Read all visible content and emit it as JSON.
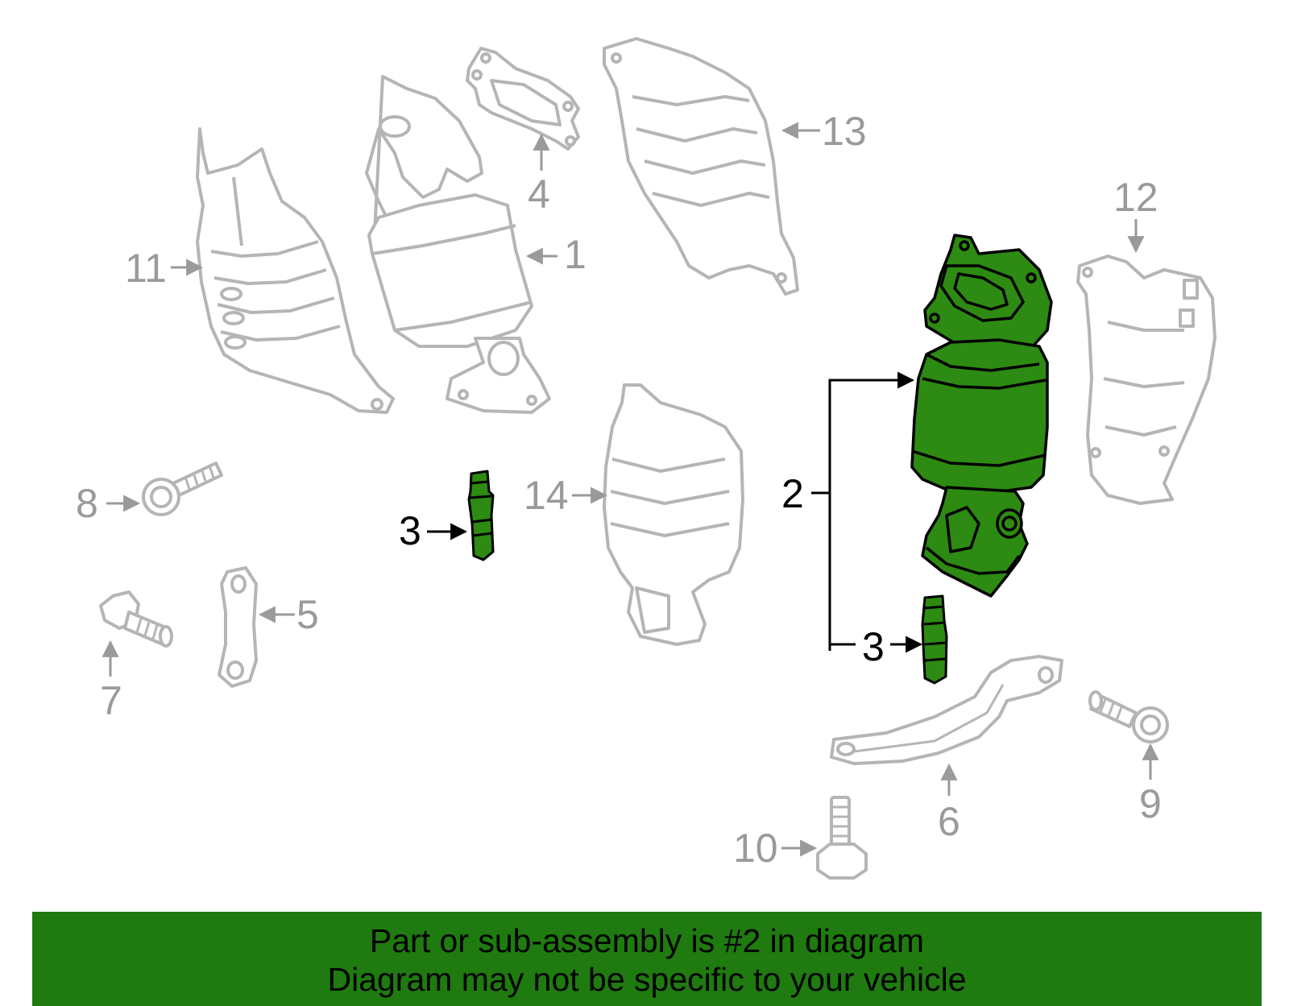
{
  "colors": {
    "highlight": "#2d8a12",
    "highlight_stroke": "#000000",
    "other_parts": "#b5b5b5",
    "banner": "#1f7a0f",
    "label_normal": "#9a9a9a",
    "label_highlight": "#000000"
  },
  "callouts": {
    "c1": "1",
    "c2": "2",
    "c3a": "3",
    "c3b": "3",
    "c4": "4",
    "c5": "5",
    "c6": "6",
    "c7": "7",
    "c8": "8",
    "c9": "9",
    "c10": "10",
    "c11": "11",
    "c12": "12",
    "c13": "13",
    "c14": "14"
  },
  "banner": {
    "line1": "Part or sub-assembly is #2 in diagram",
    "line2": "Diagram may not be specific to your vehicle"
  }
}
